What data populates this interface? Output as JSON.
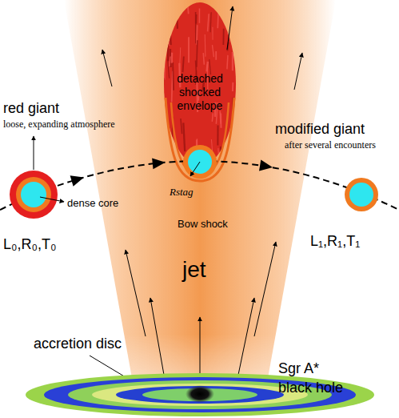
{
  "diagram": {
    "labels": [
      "detached shocked envelope",
      "red giant",
      "loose, expanding atmosphere",
      "modified giant",
      "after several encounters",
      "dense core",
      "Rstag",
      "Bow shock",
      "L₀,R₀,T₀",
      "L₁,R₁,T₁",
      "jet",
      "accretion disc",
      "Sgr A* black hole"
    ]
  }
}
